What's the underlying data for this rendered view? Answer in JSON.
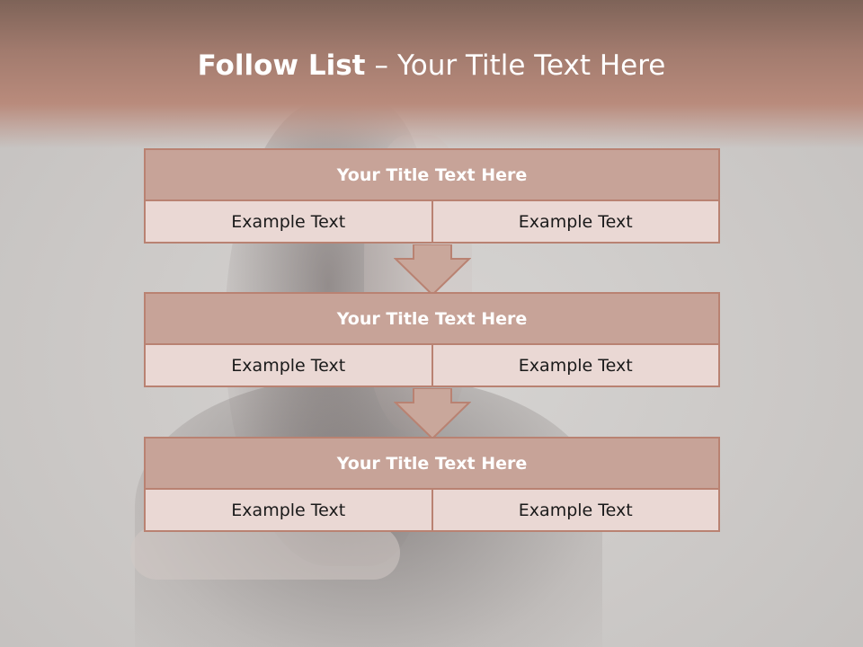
{
  "slide": {
    "title_bold": "Follow List",
    "title_dash": "–",
    "title_rest": "Your Title Text Here"
  },
  "blocks": [
    {
      "title": "Your Title Text Here",
      "left_text": "Example Text",
      "right_text": "Example Text"
    },
    {
      "title": "Your Title Text Here",
      "left_text": "Example Text",
      "right_text": "Example Text"
    },
    {
      "title": "Your Title Text Here",
      "left_text": "Example Text",
      "right_text": "Example Text"
    }
  ],
  "colors": {
    "header": "#a27b6e",
    "block_title_fill": "#c7a398",
    "block_cell_fill": "#ead8d4",
    "border": "#b98272"
  },
  "icons": [
    "down-arrow-icon",
    "down-arrow-icon"
  ]
}
